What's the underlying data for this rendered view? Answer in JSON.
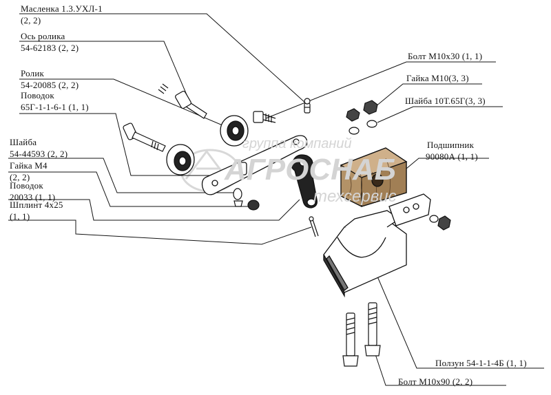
{
  "labels": {
    "maslenka_name": "Масленка 1.3.УХЛ-1",
    "maslenka_qty": "(2, 2)",
    "os_rolika_name": "Ось ролика",
    "os_rolika_code": "54-62183 (2, 2)",
    "rolik_name": "Ролик",
    "rolik_code": "54-20085 (2, 2)",
    "povodok1_name": "Поводок",
    "povodok1_code": "65Г-1-1-6-1 (1, 1)",
    "shaiba1_name": "Шайба",
    "shaiba1_code": "54-44593 (2, 2)",
    "gaika_m4_name": "Гайка М4",
    "gaika_m4_qty": "(2, 2)",
    "povodok2_name": "Поводок",
    "povodok2_code": "20033 (1, 1)",
    "shplint_name": "Шплинт 4х25",
    "shplint_qty": "(1, 1)",
    "bolt_m10x30": "Болт М10х30 (1, 1)",
    "gaika_m10": "Гайка М10(3, 3)",
    "shaiba_10t": "Шайба 10Т.65Г(3, 3)",
    "podshipnik_name": "Подшипник",
    "podshipnik_code": "90080А (1, 1)",
    "polzun": "Ползун 54-1-1-4Б (1, 1)",
    "bolt_m10x90": "Болт М10х90 (2, 2)"
  },
  "watermark": {
    "line1": "группа компаний",
    "line2": "АГРОСНАБ",
    "line3": "техсервис"
  }
}
